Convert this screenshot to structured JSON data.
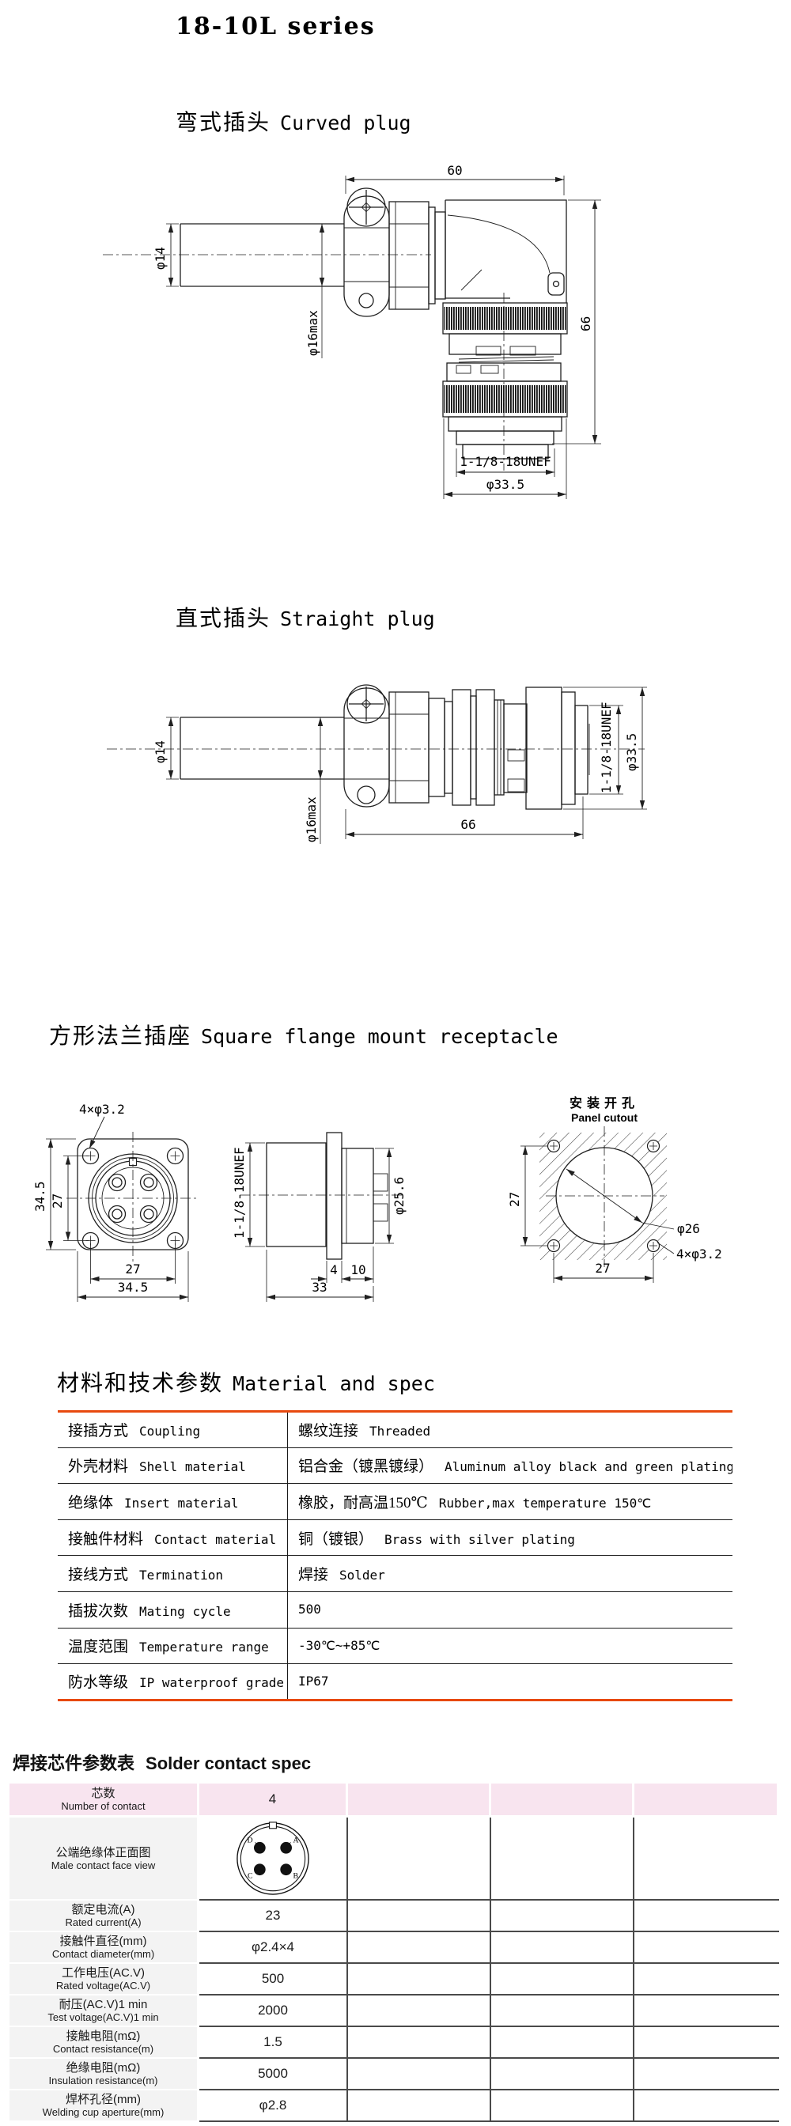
{
  "page": {
    "title": "18-10L series"
  },
  "colors": {
    "accent_orange": "#e8490f",
    "pink_row": "#f8e4ef",
    "gray_cell": "#f3f3f3",
    "grid_line": "#4a4a4a"
  },
  "curved": {
    "heading_zh": "弯式插头",
    "heading_en": "Curved plug",
    "dim_top_width": "60",
    "dim_cable_dia": "φ14",
    "dim_cable_max": "φ16max",
    "dim_height": "66",
    "dim_thread": "1-1/8-18UNEF",
    "dim_coupling_dia": "φ33.5"
  },
  "straight": {
    "heading_zh": "直式插头",
    "heading_en": "Straight plug",
    "dim_cable_dia": "φ14",
    "dim_cable_max": "φ16max",
    "dim_length": "66",
    "dim_thread": "1-1/8-18UNEF",
    "dim_coupling_dia": "φ33.5"
  },
  "receptacle": {
    "heading_zh": "方形法兰插座",
    "heading_en": "Square flange mount receptacle",
    "front": {
      "corner_holes": "4×φ3.2",
      "height": "34.5",
      "pitch_v": "27",
      "pitch_h": "27",
      "width": "34.5"
    },
    "side": {
      "thread": "1-1/8-18UNEF",
      "rear_dia": "φ25.6",
      "flange_thickness": "4",
      "rear_length": "10",
      "length": "33"
    },
    "cutout": {
      "title_zh": "安装开孔",
      "title_en": "Panel cutout",
      "pitch_v": "27",
      "hole_dia": "φ26",
      "corner_holes": "4×φ3.2",
      "pitch_h": "27"
    }
  },
  "material": {
    "heading_zh": "材料和技术参数",
    "heading_en": "Material and spec",
    "rows": [
      {
        "zh": "接插方式",
        "en": "Coupling",
        "vzh": "螺纹连接",
        "ven": "Threaded"
      },
      {
        "zh": "外壳材料",
        "en": "Shell material",
        "vzh": "铝合金（镀黑镀绿）",
        "ven": "Aluminum alloy black and green plating"
      },
      {
        "zh": "绝缘体",
        "en": "Insert material",
        "vzh": "橡胶，耐高温150℃",
        "ven": "Rubber,max temperature 150℃"
      },
      {
        "zh": "接触件材料",
        "en": "Contact material",
        "vzh": "铜（镀银）",
        "ven": "Brass with silver plating"
      },
      {
        "zh": "接线方式",
        "en": "Termination",
        "vzh": "焊接",
        "ven": "Solder"
      },
      {
        "zh": "插拔次数",
        "en": "Mating cycle",
        "vzh": "",
        "ven": "500"
      },
      {
        "zh": "温度范围",
        "en": "Temperature range",
        "vzh": "",
        "ven": "-30℃~+85℃"
      },
      {
        "zh": "防水等级",
        "en": "IP waterproof grade",
        "vzh": "",
        "ven": "IP67"
      }
    ]
  },
  "solder": {
    "heading_zh": "焊接芯件参数表",
    "heading_en": "Solder contact spec",
    "row_contacts": {
      "zh": "芯数",
      "en": "Number of contact",
      "value": "4"
    },
    "row_face": {
      "zh": "公端绝缘体正面图",
      "en": "Male contact face view"
    },
    "face_labels": {
      "tl": "D",
      "tr": "A",
      "bl": "C",
      "br": "B"
    },
    "rows": [
      {
        "zh": "额定电流(A)",
        "en": "Rated current(A)",
        "value": "23"
      },
      {
        "zh": "接触件直径(mm)",
        "en": "Contact diameter(mm)",
        "value": "φ2.4×4"
      },
      {
        "zh": "工作电压(AC.V)",
        "en": "Rated voltage(AC.V)",
        "value": "500"
      },
      {
        "zh": "耐压(AC.V)1 min",
        "en": "Test voltage(AC.V)1 min",
        "value": "2000"
      },
      {
        "zh": "接触电阻(mΩ)",
        "en": "Contact resistance(m)",
        "value": "1.5"
      },
      {
        "zh": "绝缘电阻(mΩ)",
        "en": "Insulation resistance(m)",
        "value": "5000"
      },
      {
        "zh": "焊杯孔径(mm)",
        "en": "Welding cup aperture(mm)",
        "value": "φ2.8"
      }
    ]
  }
}
